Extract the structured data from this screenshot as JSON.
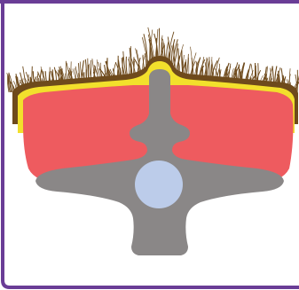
{
  "diagram": {
    "colors": {
      "frame_border": "#6a3d96",
      "hair": "#6e4a1c",
      "skin_outline": "#6e4a1c",
      "fat_layer": "#f2e02c",
      "muscle": "#ee5b5f",
      "bone": "#8a8787",
      "spinal_cord": "#bcccea",
      "background": "#ffffff"
    },
    "parts": [
      "hair",
      "skin",
      "fat-layer",
      "muscle",
      "vertebra",
      "spinal-cord"
    ]
  }
}
